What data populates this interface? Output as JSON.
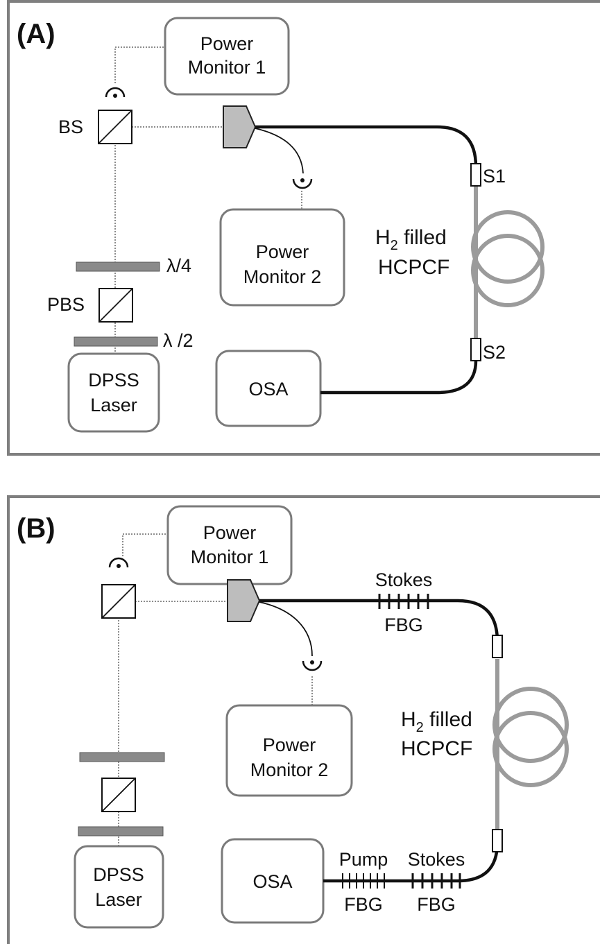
{
  "panels": [
    {
      "id": "A",
      "panel_label": "(A)",
      "power_monitor_1": [
        "Power",
        "Monitor 1"
      ],
      "power_monitor_2": [
        "Power",
        "Monitor 2"
      ],
      "laser": [
        "DPSS",
        "Laser"
      ],
      "osa": "OSA",
      "bs": "BS",
      "pbs": "PBS",
      "quarter_wave": "λ/4",
      "half_wave": "λ /2",
      "splice_1": "S1",
      "splice_2": "S2",
      "fiber_label_h": "H",
      "fiber_label_sub": "2",
      "fiber_label_rest": " filled",
      "fiber_label_2": "HCPCF"
    },
    {
      "id": "B",
      "panel_label": "(B)",
      "power_monitor_1": [
        "Power",
        "Monitor 1"
      ],
      "power_monitor_2": [
        "Power",
        "Monitor 2"
      ],
      "laser": [
        "DPSS",
        "Laser"
      ],
      "osa": "OSA",
      "fiber_label_h": "H",
      "fiber_label_sub": "2",
      "fiber_label_rest": " filled",
      "fiber_label_2": "HCPCF",
      "stokes_fbg_top": [
        "Stokes",
        "FBG"
      ],
      "pump_fbg": [
        "Pump",
        "FBG"
      ],
      "stokes_fbg_bottom": [
        "Stokes",
        "FBG"
      ]
    }
  ],
  "colors": {
    "frame": "#7f7f7f",
    "box_border": "#7a7a7a",
    "fiber_black": "#111111",
    "fiber_hollow_core": "#9b9b9b",
    "waveplate": "#8a8a8a",
    "coupler": "#bdbdbd"
  },
  "icons": {
    "detector": "photodetector-icon",
    "beamsplitter": "beamsplitter-cube-icon",
    "coupler": "fiber-coupler-icon",
    "waveplate": "waveplate-icon",
    "fiber_coil": "fiber-coil-icon",
    "grating": "fiber-bragg-grating-icon"
  }
}
